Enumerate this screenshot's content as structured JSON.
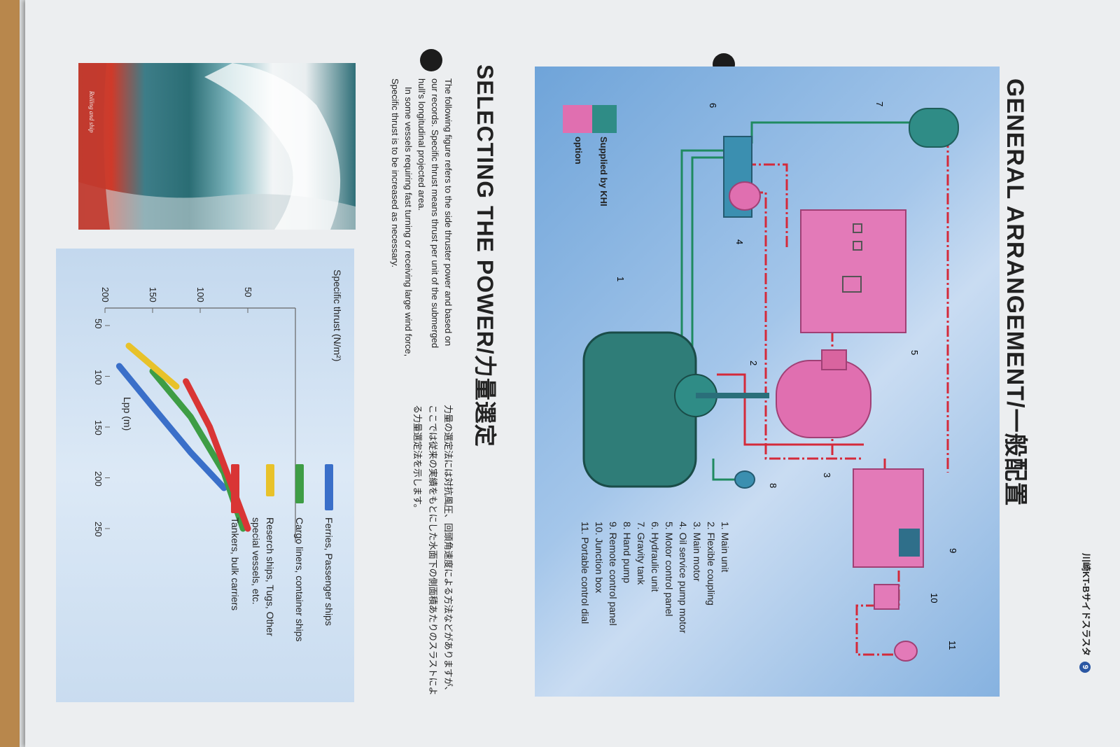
{
  "header": {
    "brand": "川崎KT-Bサイドスラスタ",
    "page_num": "9"
  },
  "arrangement": {
    "title": "GENERAL ARRANGEMENT/一般配置",
    "legend": {
      "supplied": "Supplied by KHI",
      "option": "option",
      "supplied_color": "#2f8c86",
      "option_color": "#e06fb0"
    },
    "callouts": [
      "1",
      "2",
      "3",
      "4",
      "5",
      "6",
      "7",
      "8",
      "9",
      "10",
      "11"
    ],
    "parts": [
      "1. Main unit",
      "2. Flexible coupling",
      "3. Main motor",
      "4. Oil service pump motor",
      "5. Motor control panel",
      "6. Hydraulic unit",
      "7. Gravity tank",
      "8. Hand pump",
      "9. Remote control panel",
      "10. Junction box",
      "11. Portable control dial"
    ]
  },
  "power": {
    "title": "SELECTING THE POWER/力量選定",
    "en_para1": "The following figure refers to the side thruster power and based on our records. Specific thrust means thrust per unit of the submerged hull's longitudinal projected area.",
    "en_para2": "In some vessels requiring fast turning or receiving large wind force, Specific thrust is to be increased as necessary.",
    "jp_para": "力量の選定法には対抗風圧、回頭角速度による方法などがありますが、ここでは従来の実績をもとにした水面下の側面積あたりのスラストによる力量選定法を示します。"
  },
  "photo": {
    "caption": "Rolling and ship"
  },
  "chart_data": {
    "type": "line",
    "title": "",
    "xlabel": "Lpp (m)",
    "ylabel": "Specific thrust (N/m²)",
    "x_ticks": [
      "50",
      "100",
      "150",
      "200",
      "250"
    ],
    "y_ticks": [
      "200",
      "150",
      "100",
      "50"
    ],
    "xlim": [
      50,
      250
    ],
    "ylim": [
      0,
      200
    ],
    "series": [
      {
        "name": "Ferries, Passenger ships",
        "color": "#3a6fc9",
        "x": [
          90,
          130,
          175,
          210
        ],
        "y": [
          185,
          150,
          110,
          75
        ]
      },
      {
        "name": "Cargo liners, container ships",
        "color": "#3e9d45",
        "x": [
          95,
          140,
          195,
          250
        ],
        "y": [
          150,
          110,
          75,
          55
        ]
      },
      {
        "name": "Reserch ships, Tugs, Other special vessels, etc.",
        "color": "#e8c22a",
        "x": [
          70,
          90,
          110
        ],
        "y": [
          175,
          150,
          125
        ]
      },
      {
        "name": "Tankers, bulk carriers",
        "color": "#d93535",
        "x": [
          105,
          150,
          200,
          250
        ],
        "y": [
          115,
          90,
          70,
          50
        ]
      }
    ]
  }
}
